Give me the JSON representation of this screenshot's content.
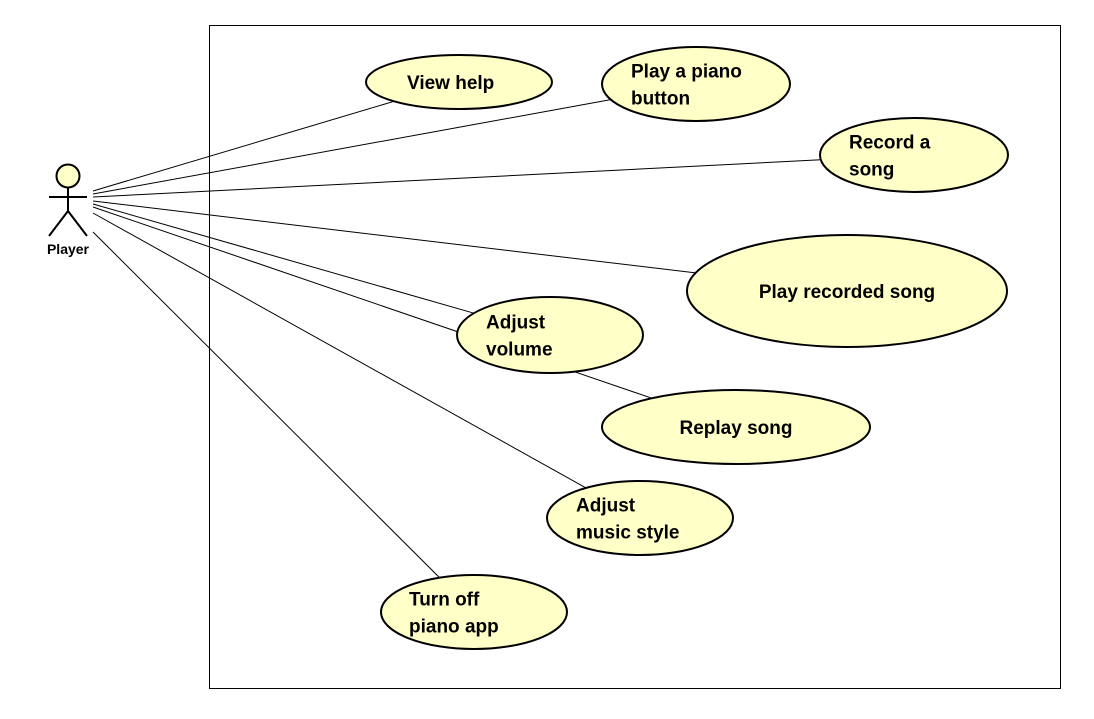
{
  "diagram": {
    "type": "uml-use-case",
    "colors": {
      "usecase_fill": "#ffffc8",
      "stroke": "#000000",
      "background": "#ffffff"
    },
    "actor": {
      "name": "Player"
    },
    "use_cases": [
      {
        "id": "view-help",
        "lines": [
          "View help"
        ]
      },
      {
        "id": "play-piano-button",
        "lines": [
          "Play a piano",
          "button"
        ]
      },
      {
        "id": "record-song",
        "lines": [
          "Record a",
          "song"
        ]
      },
      {
        "id": "play-recorded-song",
        "lines": [
          "Play recorded song"
        ]
      },
      {
        "id": "adjust-volume",
        "lines": [
          "Adjust",
          "volume"
        ]
      },
      {
        "id": "replay-song",
        "lines": [
          "Replay song"
        ]
      },
      {
        "id": "adjust-music-style",
        "lines": [
          "Adjust",
          "music style"
        ]
      },
      {
        "id": "turn-off-piano-app",
        "lines": [
          "Turn off",
          "piano app"
        ]
      }
    ],
    "associations": [
      {
        "from": "actor",
        "to": "view-help"
      },
      {
        "from": "actor",
        "to": "play-piano-button"
      },
      {
        "from": "actor",
        "to": "record-song"
      },
      {
        "from": "actor",
        "to": "play-recorded-song"
      },
      {
        "from": "actor",
        "to": "adjust-volume"
      },
      {
        "from": "actor",
        "to": "replay-song"
      },
      {
        "from": "actor",
        "to": "adjust-music-style"
      },
      {
        "from": "actor",
        "to": "turn-off-piano-app"
      }
    ]
  }
}
